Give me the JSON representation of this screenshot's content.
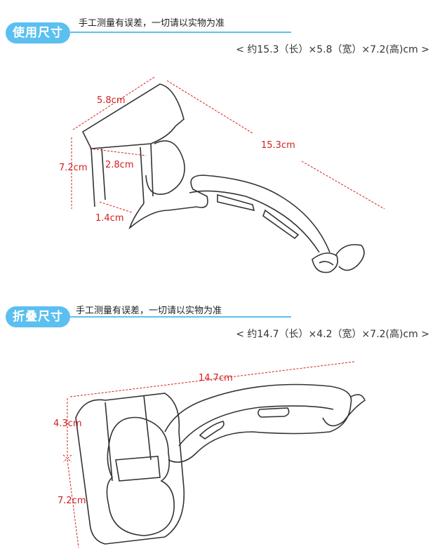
{
  "sections": [
    {
      "badge": "使用尺寸",
      "note": "手工测量有误差，一切请以实物为准",
      "dims": "< 约15.3（长）×5.8（宽）×7.2(高)cm >",
      "labels": {
        "width": "5.8cm",
        "length": "15.3cm",
        "height": "7.2cm",
        "inner": "2.8cm",
        "clip": "1.4cm"
      }
    },
    {
      "badge": "折叠尺寸",
      "note": "手工测量有误差，一切请以实物为准",
      "dims": "< 约14.7（长）×4.2（宽）×7.2(高)cm >",
      "labels": {
        "length": "14.7cm",
        "width": "4.3cm",
        "height": "7.2cm"
      }
    }
  ],
  "colors": {
    "accent": "#5bc0f0",
    "dimension": "#d42020"
  }
}
